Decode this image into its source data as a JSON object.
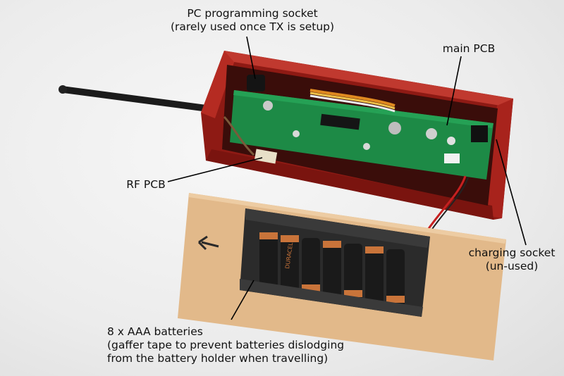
{
  "annotations": {
    "pc_socket": {
      "line1": "PC programming socket",
      "line2": "(rarely used once TX is setup)"
    },
    "main_pcb": {
      "line1": "main PCB"
    },
    "rf_pcb": {
      "line1": "RF PCB"
    },
    "charging_socket": {
      "line1": "charging socket",
      "line2": "(un-used)"
    },
    "batteries": {
      "line1": "8 x AAA batteries",
      "line2": "(gaffer tape to prevent batteries dislodging",
      "line3": "from the battery holder when travelling)"
    }
  },
  "battery_brand": "DURACELL",
  "colors": {
    "background": "#ececec",
    "enclosure": "#a8231c",
    "pcb": "#1d8a46",
    "board": "#e2b98a",
    "tape": "#2b2b2b",
    "battery_copper": "#c9743a"
  }
}
